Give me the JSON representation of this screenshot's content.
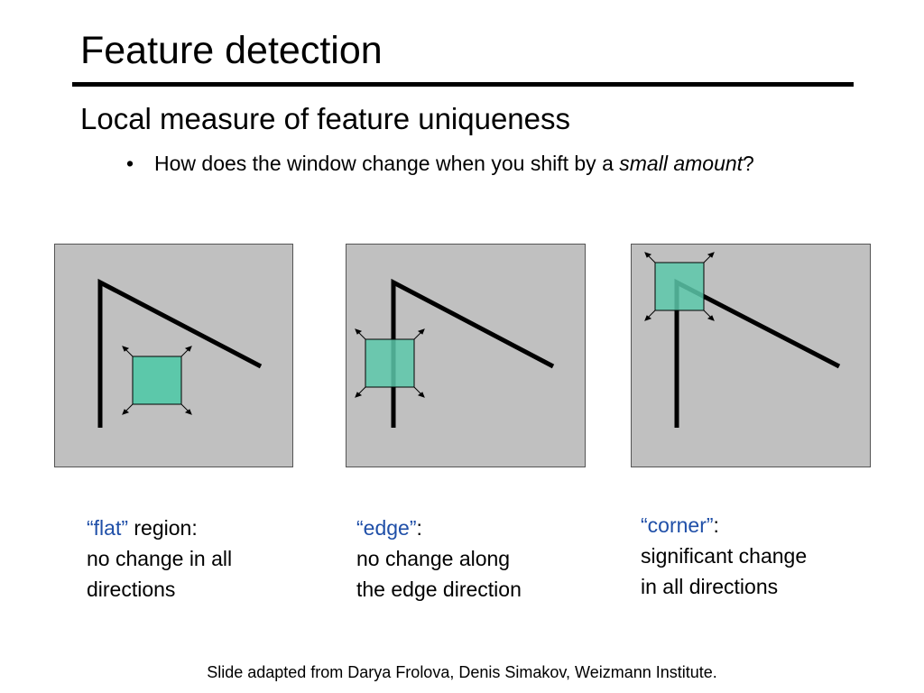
{
  "slide": {
    "title": "Feature detection",
    "subtitle": "Local measure of feature uniqueness",
    "bullet": {
      "text_before": "How does the window change when you shift by a ",
      "text_italic": "small amount",
      "text_after": "?"
    },
    "credit": "Slide adapted from Darya Frolova, Denis Simakov, Weizmann Institute."
  },
  "panels": [
    {
      "name": "flat",
      "quote": "“flat”",
      "label_rest": " region:",
      "line2": "no change in all",
      "line3": "directions"
    },
    {
      "name": "edge",
      "quote": "“edge”",
      "label_rest": ":",
      "line2": "no change along",
      "line3": "the edge direction"
    },
    {
      "name": "corner",
      "quote": "“corner”",
      "label_rest": ":",
      "line2": "significant change",
      "line3": "in all directions"
    }
  ],
  "colors": {
    "panel_fill": "#c0c0c0",
    "window_fill": "#5cc8aa",
    "quote_text": "#1f4fa8",
    "shape_stroke": "#000000"
  },
  "icons": [
    "arrow-up-left-icon",
    "arrow-up-right-icon",
    "arrow-down-left-icon",
    "arrow-down-right-icon"
  ]
}
